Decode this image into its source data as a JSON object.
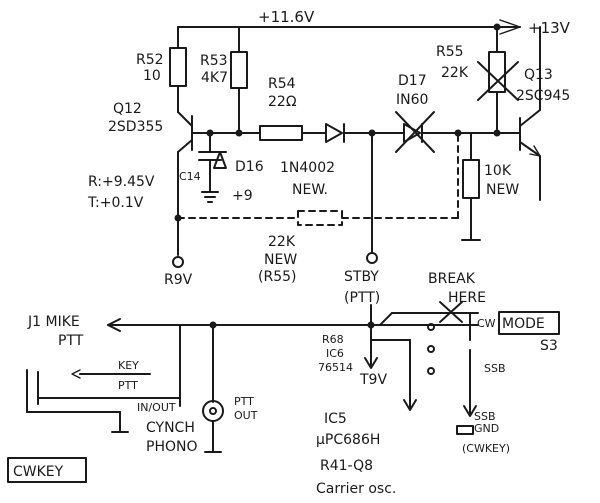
{
  "labels": {
    "rail_116": "+11.6V",
    "rail_13": "+13V",
    "r52_name": "R52",
    "r52_val": "10",
    "r53_name": "R53",
    "r53_val": "4K7",
    "r54_name": "R54",
    "r54_val": "22Ω",
    "d17_name": "D17",
    "d17_val": "IN60",
    "r55_name": "R55",
    "r55_val": "22K",
    "q13_name": "Q13",
    "q13_val": "2SC945",
    "q12_name": "Q12",
    "q12_val": "2SD355",
    "c14": "C14",
    "d16": "D16",
    "plus9": "+9",
    "r_volt": "R:+9.45V",
    "t_volt": "T:+0.1V",
    "new_diode_a": "1N4002",
    "new_diode_b": "NEW.",
    "r10k_a": "10K",
    "r10k_b": "NEW",
    "r22k_a": "22K",
    "r22k_b": "NEW",
    "r22k_c": "(R55)",
    "r9v": "R9V",
    "stby_a": "STBY",
    "stby_b": "(PTT)",
    "break_a": "BREAK",
    "break_b": "HERE",
    "mode": "MODE",
    "s3": "S3",
    "cw": "CW",
    "ssb": "SSB",
    "j1_a": "J1 MIKE",
    "j1_b": "PTT",
    "key": "KEY",
    "ptt": "PTT",
    "in_out": "IN/OUT",
    "r68": "R68",
    "ic6": "IC6",
    "ic6_num": "76514",
    "t9v": "T9V",
    "ptt_out_a": "PTT",
    "ptt_out_b": "OUT",
    "cynch_a": "CYNCH",
    "cynch_b": "PHONO",
    "ic5": "IC5",
    "ic5_part": "μPC686H",
    "r41": "R41-Q8",
    "carrier": "Carrier osc.",
    "ssb_gnd_a": "SSB",
    "ssb_gnd_b": "GND",
    "cwkey_paren": "(CWKEY)",
    "cwkey_box": "CWKEY"
  },
  "colors": {
    "ink": "#1a1a1a",
    "paper": "#ffffff"
  }
}
